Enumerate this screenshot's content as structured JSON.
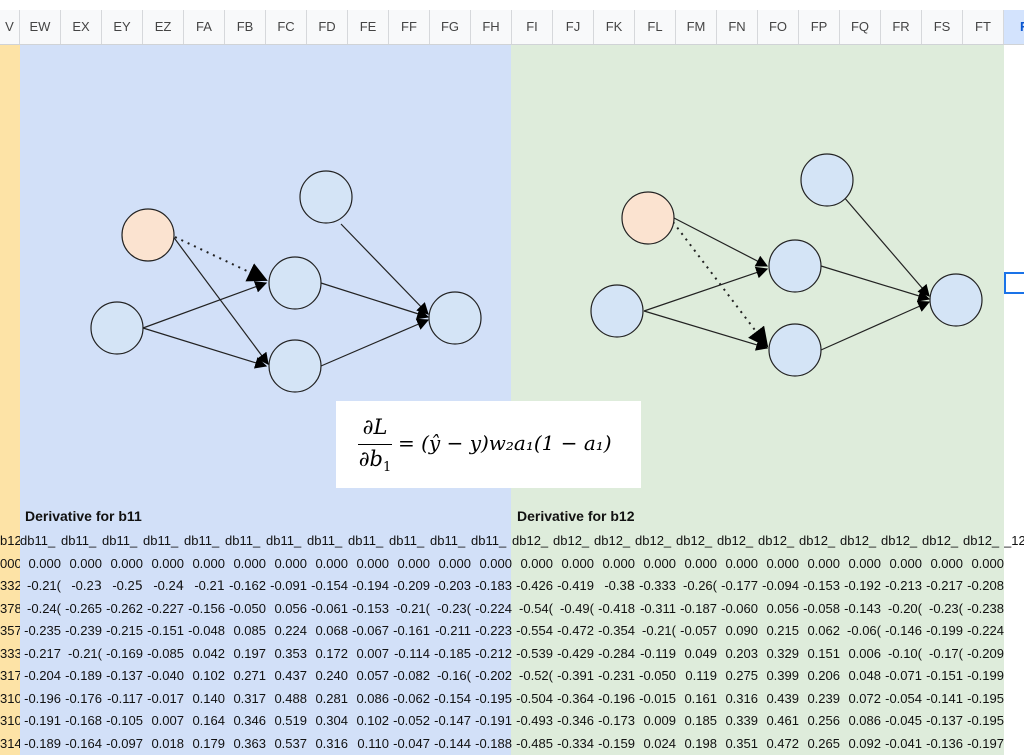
{
  "columns": [
    "V",
    "EW",
    "EX",
    "EY",
    "EZ",
    "FA",
    "FB",
    "FC",
    "FD",
    "FE",
    "FF",
    "FG",
    "FH",
    "FI",
    "FJ",
    "FK",
    "FL",
    "FM",
    "FN",
    "FO",
    "FP",
    "FQ",
    "FR",
    "FS",
    "FT",
    "F"
  ],
  "selected_column": "F",
  "section_left_title": "Derivative for b11",
  "section_right_title": "Derivative for b12",
  "formula": {
    "lhs_numerator": "∂L",
    "lhs_denominator": "∂b",
    "lhs_denominator_sub": "1",
    "rhs": "= (ŷ − y)w₂a₁(1 − a₁)"
  },
  "colors": {
    "blue_region": "#d2e0f8",
    "green_region": "#deecdb",
    "orange_region": "#fde3a6",
    "node_fill": "#d4e4f6",
    "highlight_node": "#fbe3d0"
  },
  "rows": [
    [
      "b12_",
      "db11_",
      "db11_",
      "db11_",
      "db11_",
      "db11_",
      "db11_",
      "db11_",
      "db11_",
      "db11_",
      "db11_",
      "db11_",
      "db11_",
      "db12_",
      "db12_",
      "db12_",
      "db12_",
      "db12_",
      "db12_",
      "db12_",
      "db12_",
      "db12_",
      "db12_",
      "db12_",
      "db12_",
      "_12"
    ],
    [
      "000",
      "0.000",
      "0.000",
      "0.000",
      "0.000",
      "0.000",
      "0.000",
      "0.000",
      "0.000",
      "0.000",
      "0.000",
      "0.000",
      "0.000",
      "0.000",
      "0.000",
      "0.000",
      "0.000",
      "0.000",
      "0.000",
      "0.000",
      "0.000",
      "0.000",
      "0.000",
      "0.000",
      "0.000",
      ""
    ],
    [
      "332",
      "-0.21(",
      "-0.23ٍ",
      "-0.25ٍ",
      "-0.24ٍ",
      "-0.21ٍ",
      "-0.162",
      "-0.091",
      "-0.154",
      "-0.194",
      "-0.209",
      "-0.203",
      "-0.183",
      "-0.426",
      "-0.419",
      "-0.38ٍ",
      "-0.333",
      "-0.26(",
      "-0.177",
      "-0.094",
      "-0.153",
      "-0.192",
      "-0.213",
      "-0.217",
      "-0.208",
      ""
    ],
    [
      "378",
      "-0.24(",
      "-0.265",
      "-0.262",
      "-0.227",
      "-0.156",
      "-0.050",
      "0.056",
      "-0.061",
      "-0.153",
      "-0.21(",
      "-0.23(",
      "-0.224",
      "-0.54(",
      "-0.49(",
      "-0.418",
      "-0.311",
      "-0.187",
      "-0.060",
      "0.056",
      "-0.058",
      "-0.143",
      "-0.20(",
      "-0.23(",
      "-0.238",
      ""
    ],
    [
      "357",
      "-0.235",
      "-0.239",
      "-0.215",
      "-0.151",
      "-0.048",
      "0.085",
      "0.224",
      "0.068",
      "-0.067",
      "-0.161",
      "-0.211",
      "-0.223",
      "-0.554",
      "-0.472",
      "-0.354",
      "-0.21(",
      "-0.057",
      "0.090",
      "0.215",
      "0.062",
      "-0.06(",
      "-0.146",
      "-0.199",
      "-0.224",
      ""
    ],
    [
      "333",
      "-0.217",
      "-0.21(",
      "-0.169",
      "-0.085",
      "0.042",
      "0.197",
      "0.353",
      "0.172",
      "0.007",
      "-0.114",
      "-0.185",
      "-0.212",
      "-0.539",
      "-0.429",
      "-0.284",
      "-0.119",
      "0.049",
      "0.203",
      "0.329",
      "0.151",
      "0.006",
      "-0.10(",
      "-0.17(",
      "-0.209",
      ""
    ],
    [
      "317",
      "-0.204",
      "-0.189",
      "-0.137",
      "-0.040",
      "0.102",
      "0.271",
      "0.437",
      "0.240",
      "0.057",
      "-0.082",
      "-0.16(",
      "-0.202",
      "-0.52(",
      "-0.391",
      "-0.231",
      "-0.050",
      "0.119",
      "0.275",
      "0.399",
      "0.206",
      "0.048",
      "-0.071",
      "-0.151",
      "-0.199",
      ""
    ],
    [
      "310",
      "-0.196",
      "-0.176",
      "-0.117",
      "-0.017",
      "0.140",
      "0.317",
      "0.488",
      "0.281",
      "0.086",
      "-0.062",
      "-0.154",
      "-0.195",
      "-0.504",
      "-0.364",
      "-0.196",
      "-0.015",
      "0.161",
      "0.316",
      "0.439",
      "0.239",
      "0.072",
      "-0.054",
      "-0.141",
      "-0.195",
      ""
    ],
    [
      "310",
      "-0.191",
      "-0.168",
      "-0.105",
      "0.007",
      "0.164",
      "0.346",
      "0.519",
      "0.304",
      "0.102",
      "-0.052",
      "-0.147",
      "-0.191",
      "-0.493",
      "-0.346",
      "-0.173",
      "0.009",
      "0.185",
      "0.339",
      "0.461",
      "0.256",
      "0.086",
      "-0.045",
      "-0.137",
      "-0.195",
      ""
    ],
    [
      "314",
      "-0.189",
      "-0.164",
      "-0.097",
      "0.018",
      "0.179",
      "0.363",
      "0.537",
      "0.316",
      "0.110",
      "-0.047",
      "-0.144",
      "-0.188",
      "-0.485",
      "-0.334",
      "-0.159",
      "0.024",
      "0.198",
      "0.351",
      "0.472",
      "0.265",
      "0.092",
      "-0.041",
      "-0.136",
      "-0.197",
      ""
    ]
  ]
}
